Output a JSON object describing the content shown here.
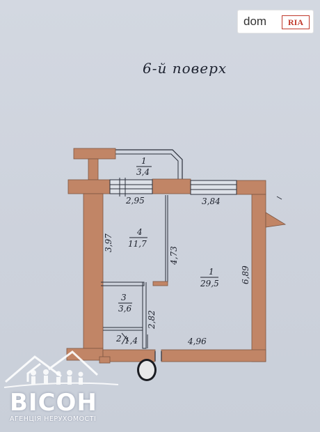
{
  "brand": {
    "dom": "dom",
    "ria": "RIA"
  },
  "floor_title": "6-й  поверх",
  "rooms": [
    {
      "number": "1",
      "area": "3,4"
    },
    {
      "number": "4",
      "area": "11,7"
    },
    {
      "number": "1",
      "area": "29,5"
    },
    {
      "number": "3",
      "area": "3,6"
    },
    {
      "number": "2",
      "area": "1,4"
    }
  ],
  "dimensions": [
    "2,95",
    "3,84",
    "3,97",
    "4,73",
    "6,89",
    "2,82",
    "4,96"
  ],
  "agency": {
    "name": "ВІСОН",
    "tagline": "АГЕНЦІЯ НЕРУХОМОСТІ"
  },
  "colors": {
    "wall": "#c18566",
    "paper": "#cfd4dd",
    "ria_red": "#c0392b"
  }
}
